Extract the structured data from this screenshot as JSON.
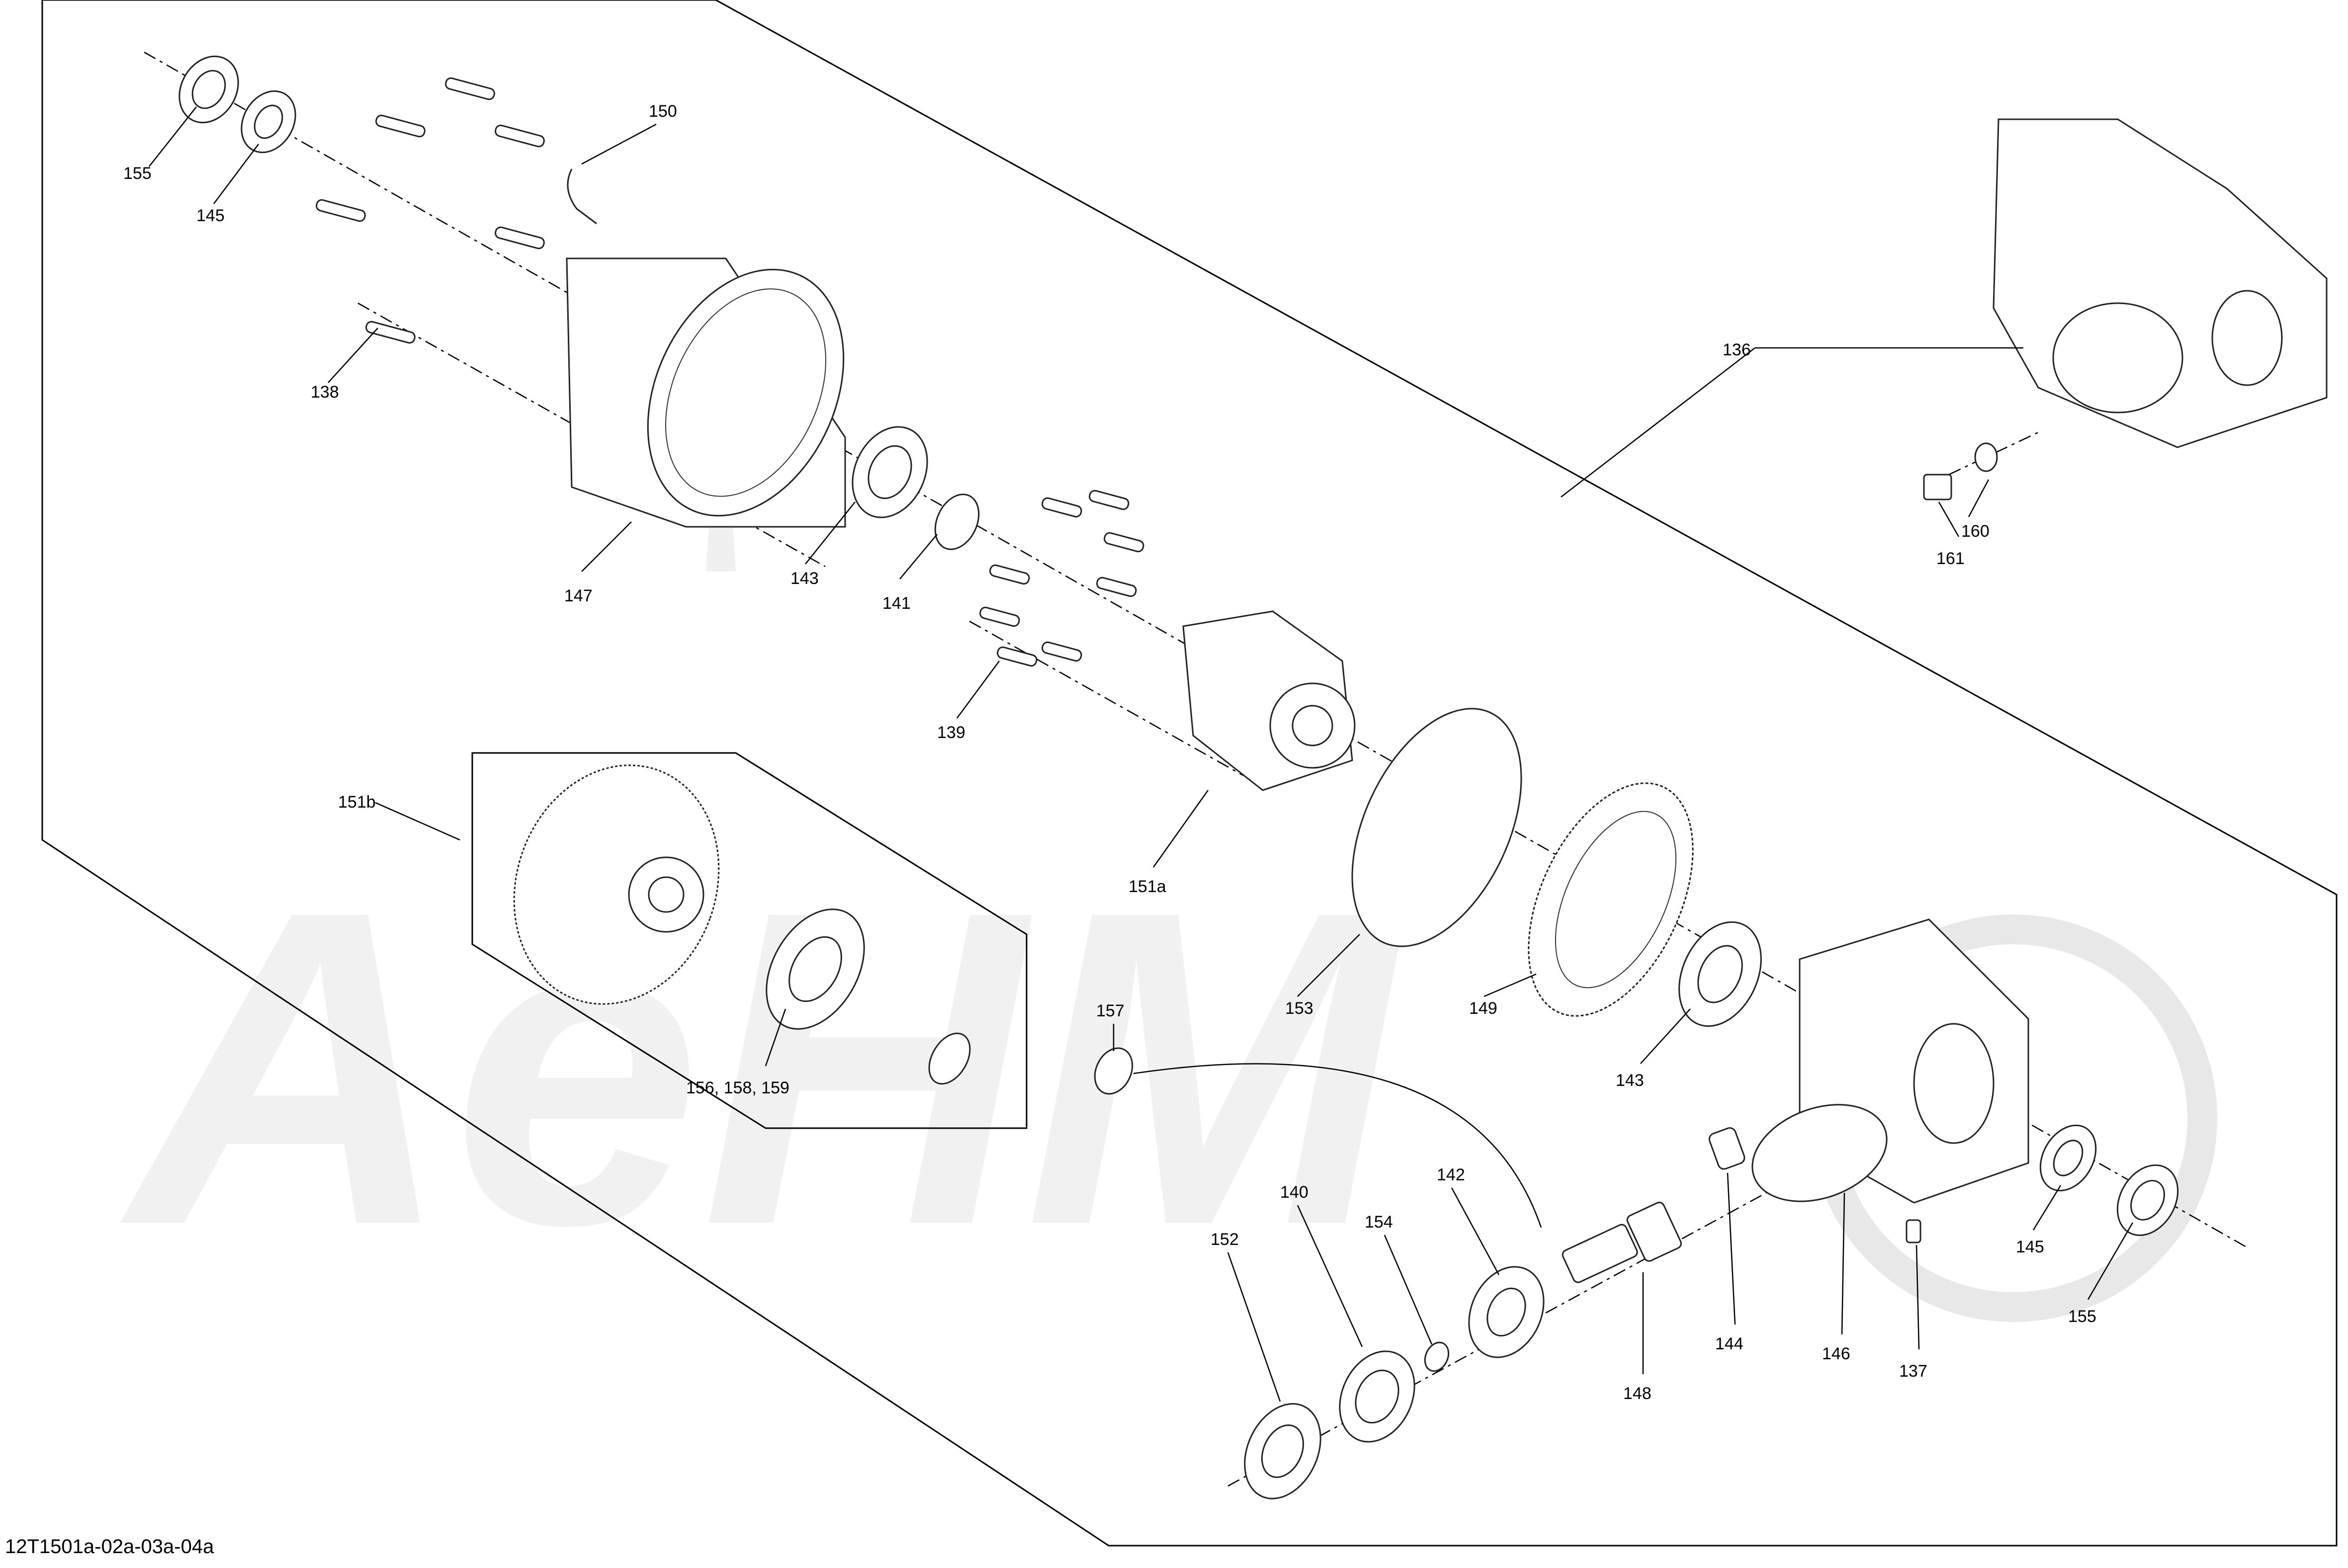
{
  "doc_ref": "12T1501a-02a-03a-04a",
  "watermark_text": "AeHM",
  "callouts": {
    "c136": "136",
    "c137": "137",
    "c138": "138",
    "c139": "139",
    "c140": "140",
    "c141": "141",
    "c142": "142",
    "c143a": "143",
    "c143b": "143",
    "c144": "144",
    "c145a": "145",
    "c145b": "145",
    "c146": "146",
    "c147": "147",
    "c148": "148",
    "c149": "149",
    "c150": "150",
    "c151a": "151a",
    "c151b": "151b",
    "c152": "152",
    "c153": "153",
    "c154": "154",
    "c155a": "155",
    "c155b": "155",
    "c156": "156, 158, 159",
    "c157": "157",
    "c160": "160",
    "c161": "161"
  }
}
